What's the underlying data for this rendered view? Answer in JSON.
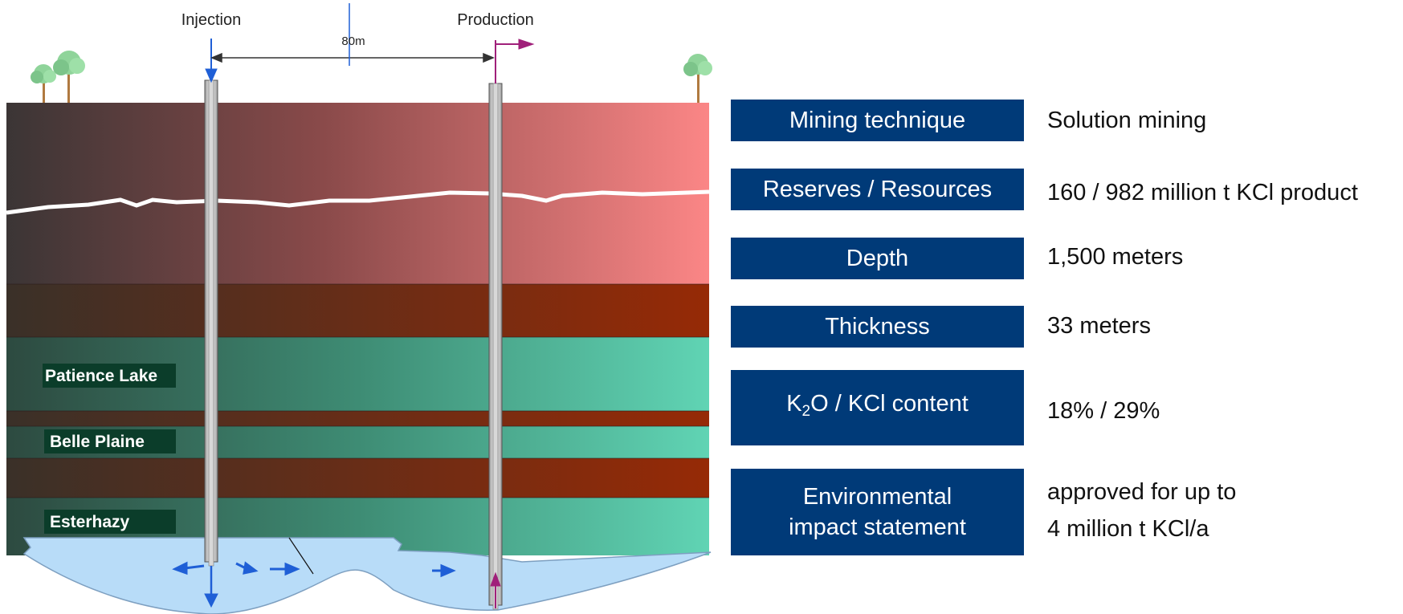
{
  "diagram": {
    "wells": {
      "injection": "Injection",
      "production": "Production"
    },
    "spacing": "80m",
    "layers": [
      "Patience Lake",
      "Belle Plaine",
      "Esterhazy"
    ]
  },
  "rows": [
    {
      "label": "Mining technique",
      "value": "Solution mining"
    },
    {
      "label": "Reserves / Resources",
      "value": "160 / 982 million t  KCl product"
    },
    {
      "label": "Depth",
      "value": "1,500 meters"
    },
    {
      "label": "Thickness",
      "value": "33 meters"
    },
    {
      "label_k": "K",
      "label_sub": "2",
      "label_rest": "O / KCl content",
      "value": "18% /  29%"
    },
    {
      "label_line1": "Environmental",
      "label_line2": "impact statement",
      "value_line1": "approved for up to",
      "value_line2": "4 million t KCl/a"
    }
  ],
  "colors": {
    "label_background": "#003a78",
    "layer_label_background": "#0b3d2a",
    "arrow_injection": "#1f5fd6",
    "arrow_production": "#a0207a",
    "brine_cavity": "#b8dcf8"
  }
}
